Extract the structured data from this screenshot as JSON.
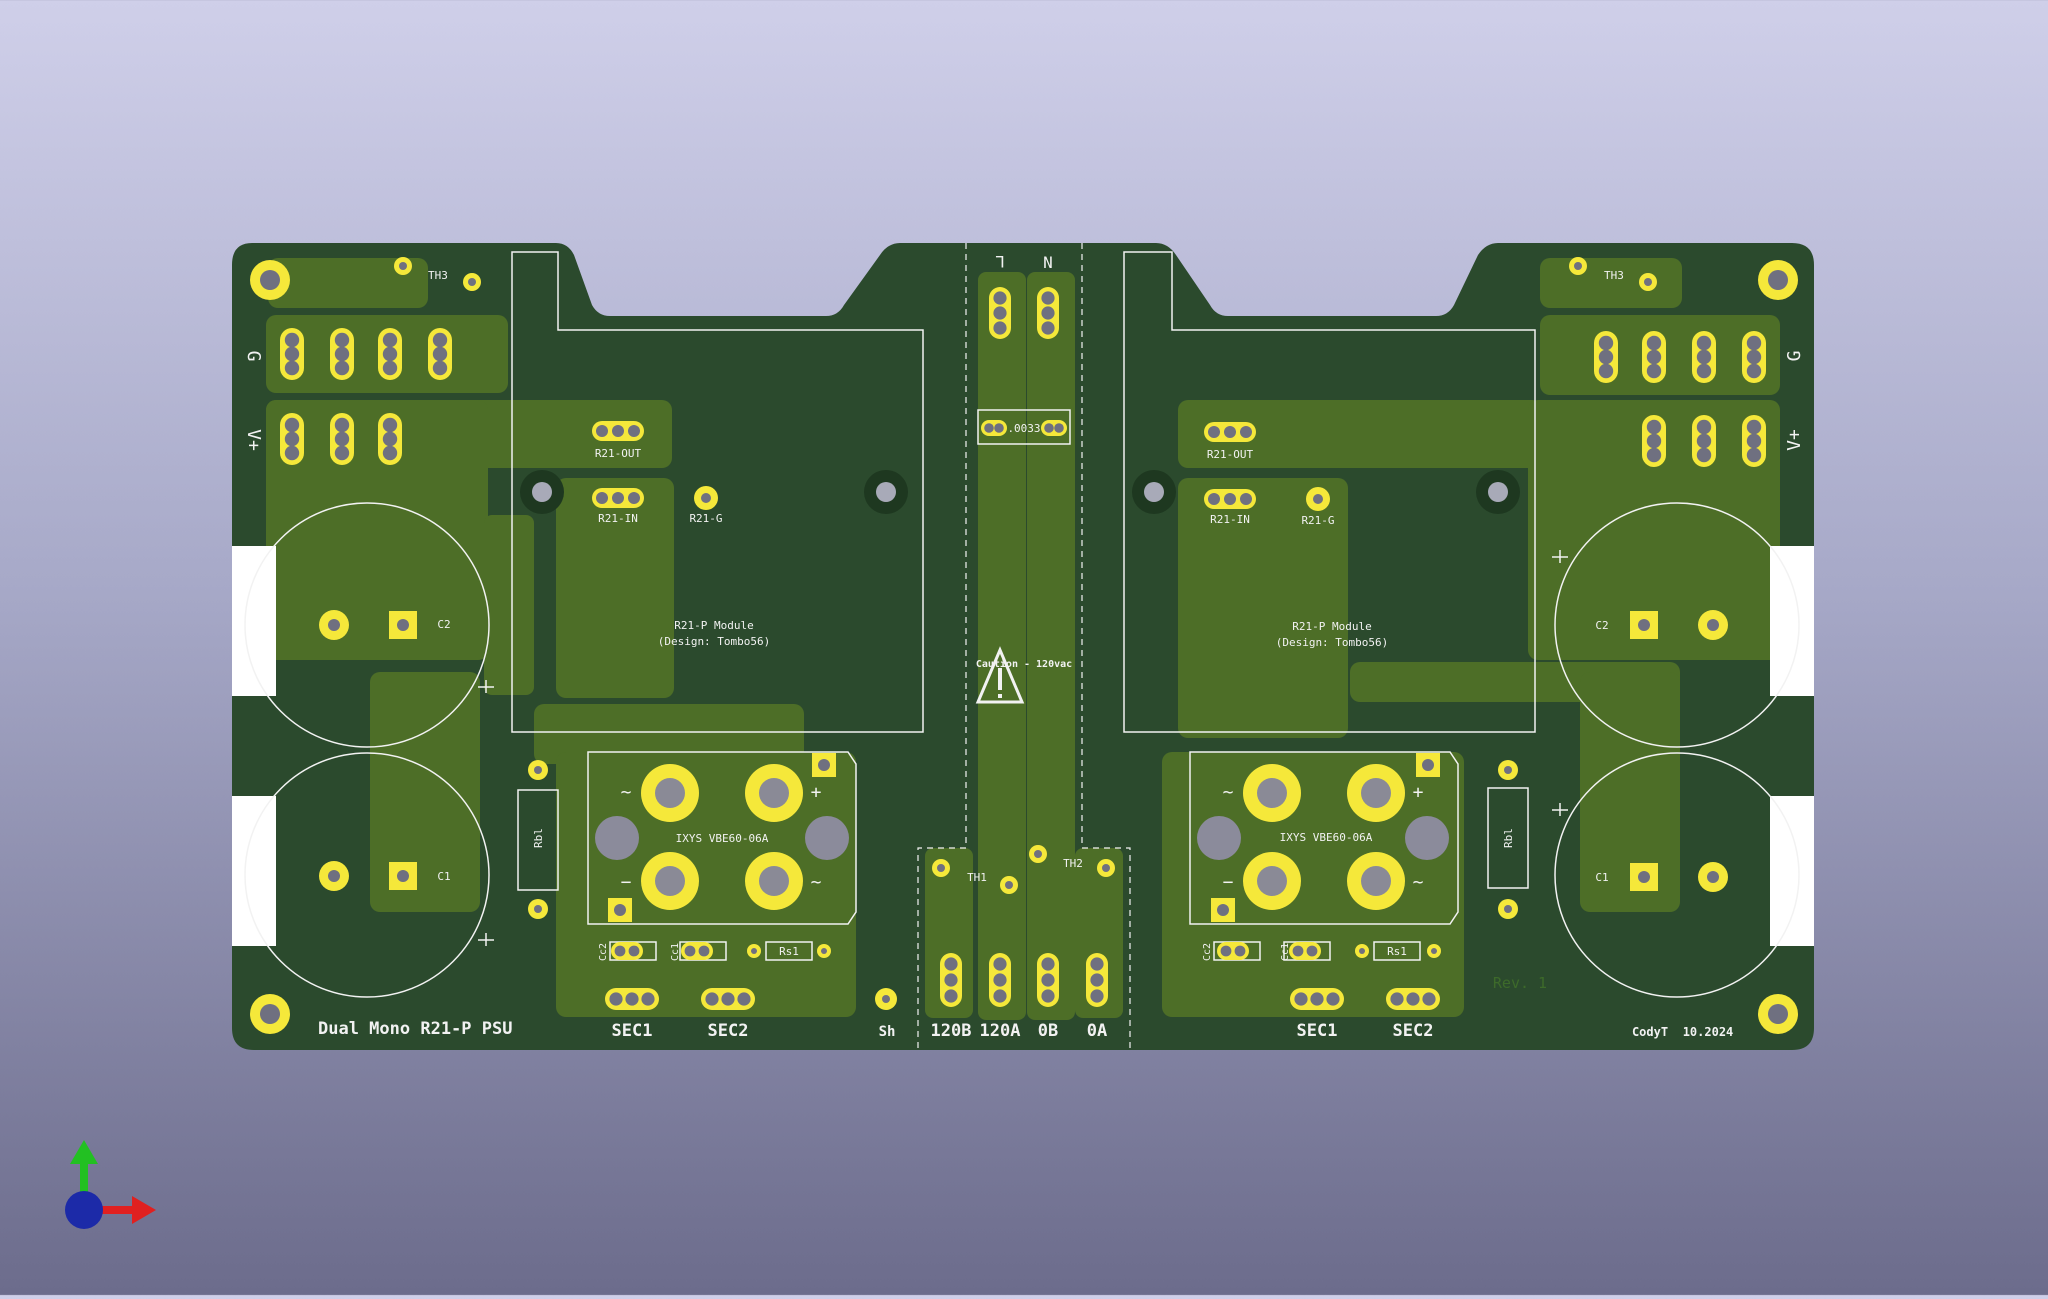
{
  "board": {
    "title": "Dual Mono R21-P PSU",
    "author": "CodyT",
    "date": "10.2024",
    "revision": "Rev. 1",
    "caution": "Caution - 120vac",
    "colors": {
      "substrate": "#2b4a2d",
      "copper": "#4d6e27",
      "pad": "#f5e83a",
      "silkscreen": "#f2f2f2",
      "background_top": "#cfcfe9",
      "background_bottom": "#6c6c8c"
    },
    "connectors": {
      "line": "L",
      "neutral": "N",
      "p120b": "120B",
      "p120a": "120A",
      "p0b": "0B",
      "p0a": "0A",
      "shield": "Sh",
      "sec1_left": "SEC1",
      "sec2_left": "SEC2",
      "sec1_right": "SEC1",
      "sec2_right": "SEC2"
    },
    "refs": {
      "g_left": "G",
      "g_right": "G",
      "vplus_left": "V+",
      "vplus_right": "V+",
      "th1": "TH1",
      "th2": "TH2",
      "th3_left": "TH3",
      "th3_right": "TH3",
      "c1": "C1",
      "c2": "C2",
      "rbl": "Rbl",
      "cc1": "Cc1",
      "cc2": "Cc2",
      "rs1": "Rs1",
      "r21_out": "R21-OUT",
      "r21_in": "R21-IN",
      "r21_g": "R21-G",
      "fuse_cap": ".0033",
      "module_line1": "R21-P Module",
      "module_line2": "(Design: Tombo56)",
      "bridge": "IXYS VBE60-06A",
      "ac": "~",
      "plus": "+",
      "minus": "−"
    }
  },
  "axes": {
    "icon": "xyz-axis-gizmo-icon",
    "x_color": "#e02020",
    "y_color": "#22c022",
    "z_color": "#1c2aa8"
  }
}
